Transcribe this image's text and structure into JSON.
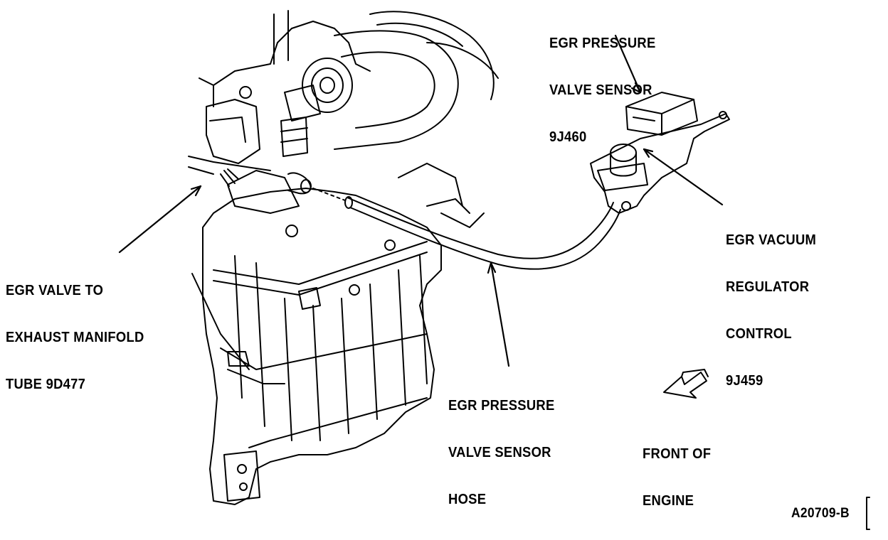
{
  "labels": {
    "egr_pressure_sensor": [
      "EGR PRESSURE",
      "VALVE SENSOR",
      "9J460"
    ],
    "egr_vacuum_regulator": [
      "EGR VACUUM",
      "REGULATOR",
      "CONTROL",
      "9J459"
    ],
    "egr_valve_tube": [
      "EGR VALVE TO",
      "EXHAUST MANIFOLD",
      "TUBE 9D477"
    ],
    "sensor_hose": [
      "EGR PRESSURE",
      "VALVE SENSOR",
      "HOSE"
    ],
    "front_of_engine": [
      "FRONT OF",
      "ENGINE"
    ]
  },
  "figure_id": "A20709-B",
  "colors": {
    "ink": "#000000",
    "paper": "#ffffff"
  },
  "icons": {
    "direction_arrow": "front-arrow-icon"
  }
}
